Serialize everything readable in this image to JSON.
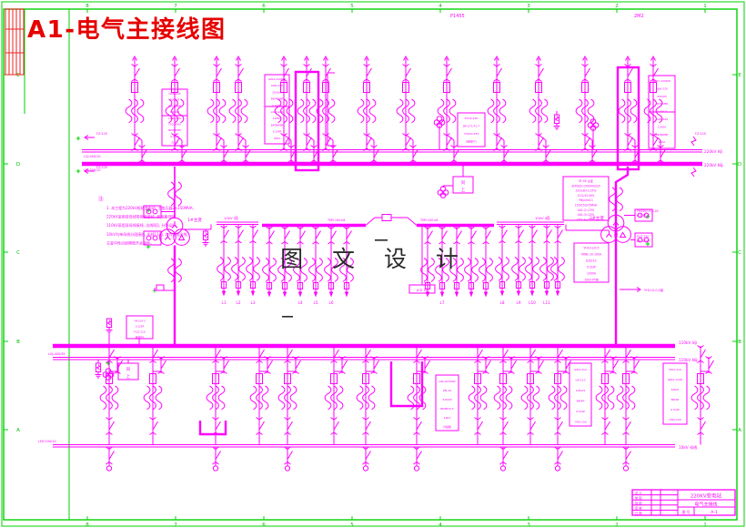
{
  "sheet": {
    "title": "A1-电气主接线图",
    "watermark": "图 文 设 计"
  },
  "zones": {
    "top": [
      "8",
      "7",
      "6",
      "5",
      "4",
      "3",
      "2",
      "1"
    ],
    "bottom": [
      "8",
      "7",
      "6",
      "5",
      "4",
      "3",
      "2",
      "1"
    ],
    "left": [
      "E",
      "D",
      "C",
      "B",
      "A"
    ],
    "right": [
      "E",
      "D",
      "C",
      "B",
      "A"
    ]
  },
  "incoming": {
    "line1": "P1455",
    "line2": "2M2"
  },
  "buses": {
    "b220a_code": "LGJ-400/10",
    "b220a_name": "220kV Ⅰ母",
    "b220b_code": "LGJ-500/10",
    "b220b_name": "220kV Ⅱ母",
    "b110_code": "LGJ-400/35",
    "b110a_name": "110kV Ⅰ母",
    "b110b_name": "110kV Ⅱ母",
    "b10_code": "LMY-100/10",
    "b10_name": "10kV 母线",
    "mini1": "10kV Ⅰ段",
    "mini2": "10kV Ⅱ段",
    "mid1": "TMY-100×8",
    "mid2": "TMY-100×8"
  },
  "transformers": {
    "t1": "1#主变",
    "t2": "2#主变"
  },
  "feeders": [
    "L1",
    "L2",
    "L3",
    "L4",
    "L5",
    "L6",
    "L7",
    "L8",
    "L9",
    "L10",
    "L11"
  ],
  "labels": {
    "tong": "同",
    "shang": "上",
    "jcz": "JCZ-10",
    "fz1": "FZ-220",
    "fz2": "FZ-220",
    "fz3": "FZ-220",
    "yh1": "YH220/√3-0.02",
    "yh1b": "0.5/3P",
    "fcz": "FCZ-220",
    "fczb": "BP-4P/4P",
    "yh2": "YH110-0.5级"
  },
  "notes": {
    "head": "注:",
    "lines": [
      "1. 本工程为220kV枢纽变电站, 主变压器2×150MVA;",
      "220kV采用双母线带旁路接线, 旁路兼母联;",
      "110kV采用双母线接线, 出线8回, 分列运行;",
      "10kV为单母线分段接线, 出线11回, 均为电缆出线;",
      "主变中性点经隔离开关接地。"
    ]
  },
  "specs": {
    "a": [
      "LW6-220",
      "2000/5",
      "BP/4P/BP",
      "0.4/0.2",
      "LGBJ-220",
      "750,300A",
      "BP/BP/BP",
      "0.2/4P",
      "20kA"
    ],
    "b": [
      "GW4-220DW",
      "LW6-220",
      "2500/5",
      "BP/4P/BP",
      "0.4/0.2",
      "LGBJ-220",
      "1000A",
      "BP/BP/BP",
      "0.5/4P",
      "25kA"
    ],
    "c": [
      "FCD4-220",
      "BP,CT1,P1,T",
      "YH220-4F4",
      "(母线PT)"
    ],
    "d": [
      "GW7-220DW",
      "LW6-220",
      "2500/5",
      "BP/4P/BP",
      "0.4/0.2",
      "LGBJ-220",
      "1250A",
      "BP/BP/BP",
      "25kA"
    ],
    "e": [
      "SF-SE 主变",
      "SFPSZ9-150000/220",
      "220±8×1.25%",
      "/121/10.5kV",
      "YNyn0d11",
      "150/150/75MVA",
      "Ud1-2=13%",
      "Ud1-3=23%",
      "Ud2-3=7.5%"
    ],
    "f": [
      "YH10-2/0.5",
      "XRNL-10-100A",
      "JDZJ-10",
      "0.5/3P",
      "100VA",
      "10kV PT柜"
    ],
    "g": [
      "GN-10/3000",
      "ZN-10",
      "3150/5",
      "BP/BP/0.5",
      "10kV",
      "分段柜"
    ],
    "h": [
      "SW4-110",
      "LW-110",
      "1250/5",
      "BP/4P",
      "0.5/4P",
      "YW5-100"
    ],
    "i": [
      "SW4-110",
      "GW4-110D",
      "600/5",
      "BP/4P",
      "0.5/4P",
      "YW5-100"
    ],
    "j": [
      "YH110-2",
      "0.5/3P",
      "FCZ-110",
      "母线PT"
    ]
  },
  "titleblock": {
    "rows": [
      "设 计",
      "制 图",
      "描 图",
      "审 核",
      "日 期"
    ],
    "project": "220KV变电站",
    "drawing": "电气主接线",
    "no_label": "图 号",
    "no": "A-1"
  }
}
